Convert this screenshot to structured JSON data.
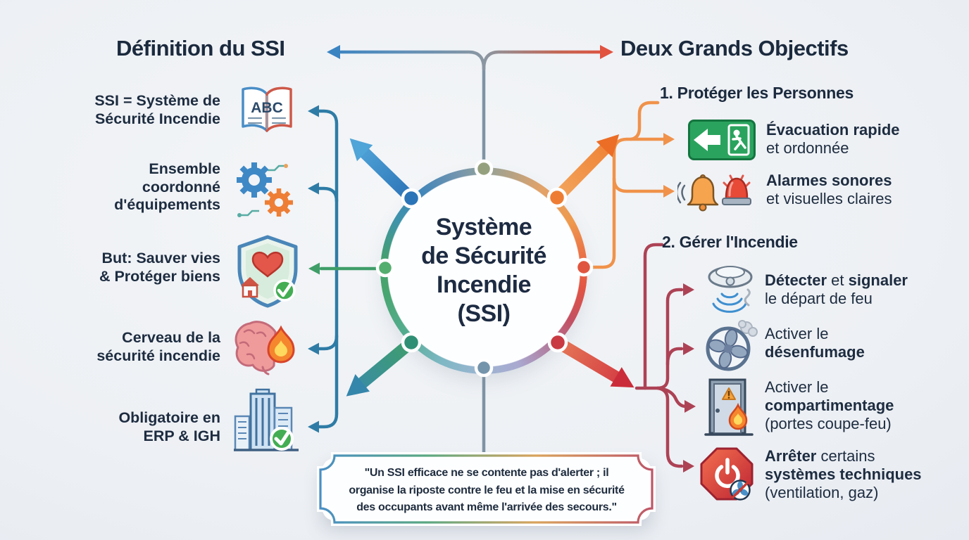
{
  "colors": {
    "ink_navy": "#1d2c40",
    "connector_blue": "#2e7ca6",
    "connector_green": "#3f9d68",
    "connector_orange": "#f0924a",
    "connector_maroon": "#ad4255",
    "title_arrow_blue": "#3b84c2",
    "title_arrow_red": "#e1523f",
    "ring_gradient": [
      "#3e85ba",
      "#ee9a4e",
      "#e25444",
      "#9db4d2",
      "#47a56c"
    ]
  },
  "left_section": {
    "title": "Définition du SSI",
    "items": [
      {
        "icon": "open-book-abc-icon",
        "icon_label": "ABC",
        "text": "SSI = Système de\nSécurité Incendie"
      },
      {
        "icon": "gears-icon",
        "text": "Ensemble\ncoordonné\nd'équipements"
      },
      {
        "icon": "shield-heart-house-icon",
        "text": "But: Sauver vies\n& Protéger biens"
      },
      {
        "icon": "brain-flame-icon",
        "text": "Cerveau de la\nsécurité incendie"
      },
      {
        "icon": "buildings-check-icon",
        "text": "Obligatoire en\nERP & IGH"
      }
    ]
  },
  "center": {
    "label": "Système\nde Sécurité\nIncendie\n(SSI)"
  },
  "right_section": {
    "title": "Deux Grands Objectifs",
    "objectives": [
      {
        "heading": "1. Protéger les Personnes",
        "items": [
          {
            "icon": "exit-sign-icon",
            "lines": [
              [
                {
                  "t": "Évacuation rapide",
                  "b": true
                }
              ],
              [
                {
                  "t": "et ordonnée",
                  "b": false
                }
              ]
            ]
          },
          {
            "icon": "bell-siren-icon",
            "lines": [
              [
                {
                  "t": "Alarmes sonores",
                  "b": true
                }
              ],
              [
                {
                  "t": "et visuelles claires",
                  "b": false
                }
              ]
            ]
          }
        ]
      },
      {
        "heading": "2. Gérer l'Incendie",
        "items": [
          {
            "icon": "smoke-detector-icon",
            "lines": [
              [
                {
                  "t": "Détecter",
                  "b": true
                },
                {
                  "t": " et ",
                  "b": false
                },
                {
                  "t": "signaler",
                  "b": true
                }
              ],
              [
                {
                  "t": "le départ de feu",
                  "b": false
                }
              ]
            ]
          },
          {
            "icon": "extraction-fan-icon",
            "lines": [
              [
                {
                  "t": "Activer le",
                  "b": false
                }
              ],
              [
                {
                  "t": "désenfumage",
                  "b": true
                }
              ]
            ]
          },
          {
            "icon": "fire-door-icon",
            "lines": [
              [
                {
                  "t": "Activer le",
                  "b": false
                }
              ],
              [
                {
                  "t": "compartimentage",
                  "b": true
                }
              ],
              [
                {
                  "t": "(portes coupe-feu)",
                  "b": false
                }
              ]
            ]
          },
          {
            "icon": "power-off-icon",
            "lines": [
              [
                {
                  "t": "Arrêter",
                  "b": true
                },
                {
                  "t": " certains",
                  "b": false
                }
              ],
              [
                {
                  "t": "systèmes techniques",
                  "b": true
                }
              ],
              [
                {
                  "t": "(ventilation, gaz)",
                  "b": false
                }
              ]
            ]
          }
        ]
      }
    ]
  },
  "quote": {
    "text": "\"Un SSI efficace ne se contente pas d'alerter ; il\norganise la riposte contre le feu et la mise en sécurité\ndes occupants avant même l'arrivée des secours.\""
  }
}
